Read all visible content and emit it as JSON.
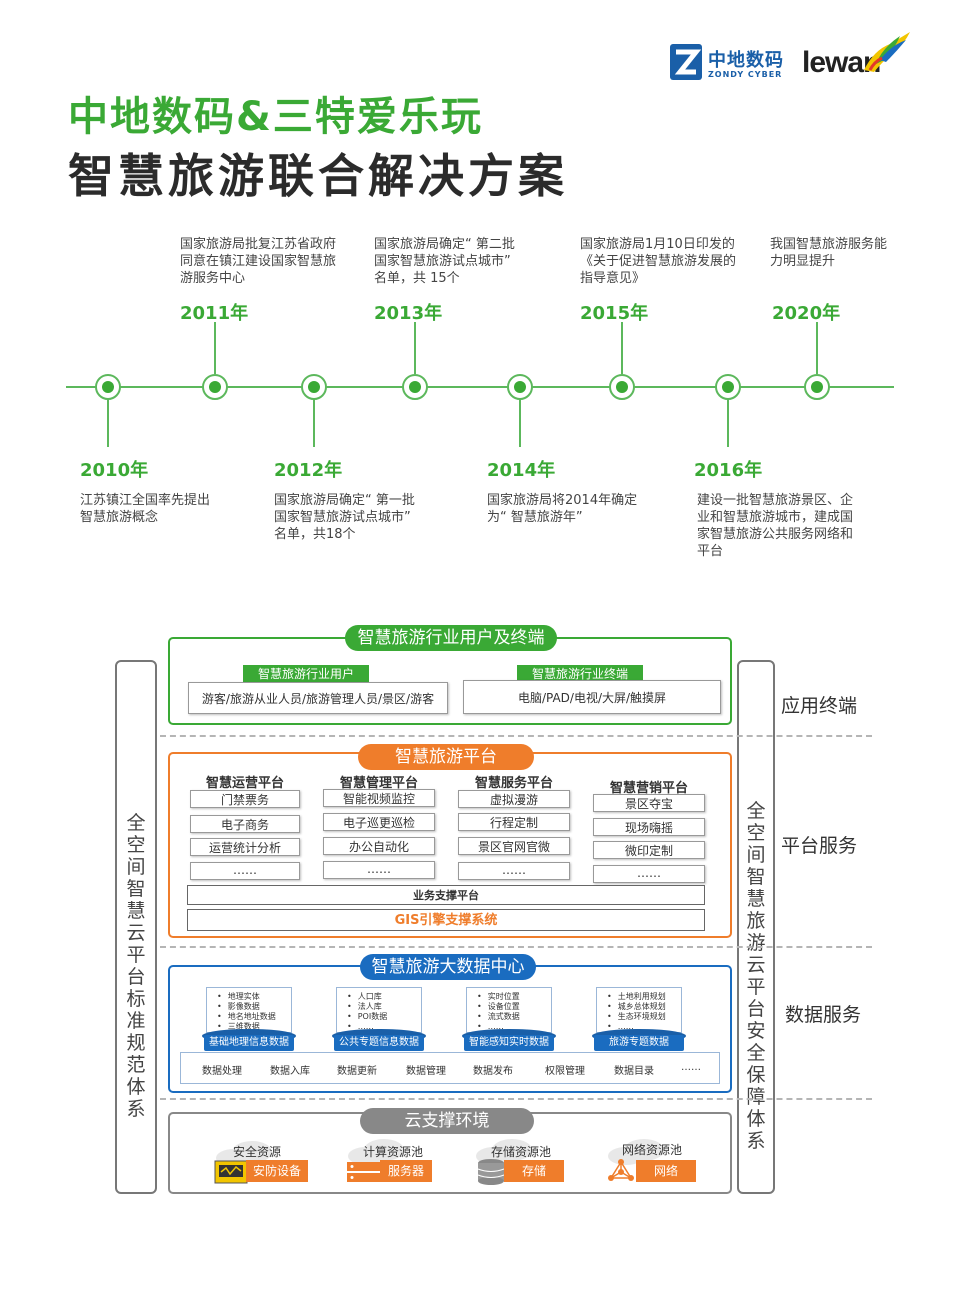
{
  "logos": {
    "zondy_cn": "中地数码",
    "zondy_en": "ZONDY CYBER",
    "lewan": "lewan"
  },
  "header": {
    "title_line1": "中地数码&三特爱乐玩",
    "title_line2": "智慧旅游联合解决方案"
  },
  "timeline": [
    {
      "year": "2010年",
      "text": "江苏镇江全国率先提出智慧旅游概念"
    },
    {
      "year": "2011年",
      "text": "国家旅游局批复江苏省政府同意在镇江建设国家智慧旅游服务中心"
    },
    {
      "year": "2012年",
      "text": "国家旅游局确定“ 第一批国家智慧旅游试点城市” 名单，共18个"
    },
    {
      "year": "2013年",
      "text": "国家旅游局确定“ 第二批国家智慧旅游试点城市” 名单，共 15个"
    },
    {
      "year": "2014年",
      "text": "国家旅游局将2014年确定为“ 智慧旅游年”"
    },
    {
      "year": "2015年",
      "text": "国家旅游局1月10日印发的《关于促进智慧旅游发展的指导意见》"
    },
    {
      "year": "2016年",
      "text": "建设一批智慧旅游景区、企业和智慧旅游城市，建成国家智慧旅游公共服务网络和平台"
    },
    {
      "year": "2020年",
      "text": "我国智慧旅游服务能力明显提升"
    }
  ],
  "arch": {
    "left_side": "全空间智慧云平台标准规范体系",
    "right_side": "全空间智慧旅游云平台安全保障体系",
    "layer_labels": [
      "应用终端",
      "平台服务",
      "数据服务"
    ],
    "users": {
      "title": "智慧旅游行业用户及终端",
      "users_tag": "智慧旅游行业用户",
      "users_text": "游客/旅游从业人员/旅游管理人员/景区/游客",
      "terminal_tag": "智慧旅游行业终端",
      "terminal_text": "电脑/PAD/电视/大屏/触摸屏"
    },
    "platform": {
      "title": "智慧旅游平台",
      "columns": [
        {
          "title": "智慧运营平台",
          "items": [
            "门禁票务",
            "电子商务",
            "运营统计分析",
            "……"
          ]
        },
        {
          "title": "智慧管理平台",
          "items": [
            "智能视频监控",
            "电子巡更巡检",
            "办公自动化",
            "……"
          ]
        },
        {
          "title": "智慧服务平台",
          "items": [
            "虚拟漫游",
            "行程定制",
            "景区官网官微",
            "……"
          ]
        },
        {
          "title": "智慧营销平台",
          "items": [
            "景区夺宝",
            "现场嗨摇",
            "微印定制",
            "……"
          ]
        }
      ],
      "support": "业务支撑平台",
      "gis": "GIS引擎支撑系统"
    },
    "data_center": {
      "title": "智慧旅游大数据中心",
      "cards": [
        {
          "items": [
            "地理实体",
            "影像数据",
            "地名地址数据",
            "三维数据"
          ],
          "tag": "基础地理信息数据"
        },
        {
          "items": [
            "人口库",
            "法人库",
            "POI数据",
            "……"
          ],
          "tag": "公共专题信息数据"
        },
        {
          "items": [
            "实时位置",
            "设备位置",
            "流式数据",
            "……"
          ],
          "tag": "智能感知实时数据"
        },
        {
          "items": [
            "土地利用规划",
            "城乡总体规划",
            "生态环境规划",
            "……"
          ],
          "tag": "旅游专题数据"
        }
      ],
      "ops": [
        "数据处理",
        "数据入库",
        "数据更新",
        "数据管理",
        "数据发布",
        "权限管理",
        "数据目录",
        "……"
      ]
    },
    "cloud": {
      "title": "云支撑环境",
      "items": [
        {
          "title": "安全资源",
          "tag": "安防设备"
        },
        {
          "title": "计算资源池",
          "tag": "服务器"
        },
        {
          "title": "存储资源池",
          "tag": "存储"
        },
        {
          "title": "网络资源池",
          "tag": "网络"
        }
      ]
    }
  },
  "colors": {
    "green": "#3aa935",
    "orange": "#ef7d2b",
    "blue": "#1a6cc0",
    "gray": "#888888"
  }
}
